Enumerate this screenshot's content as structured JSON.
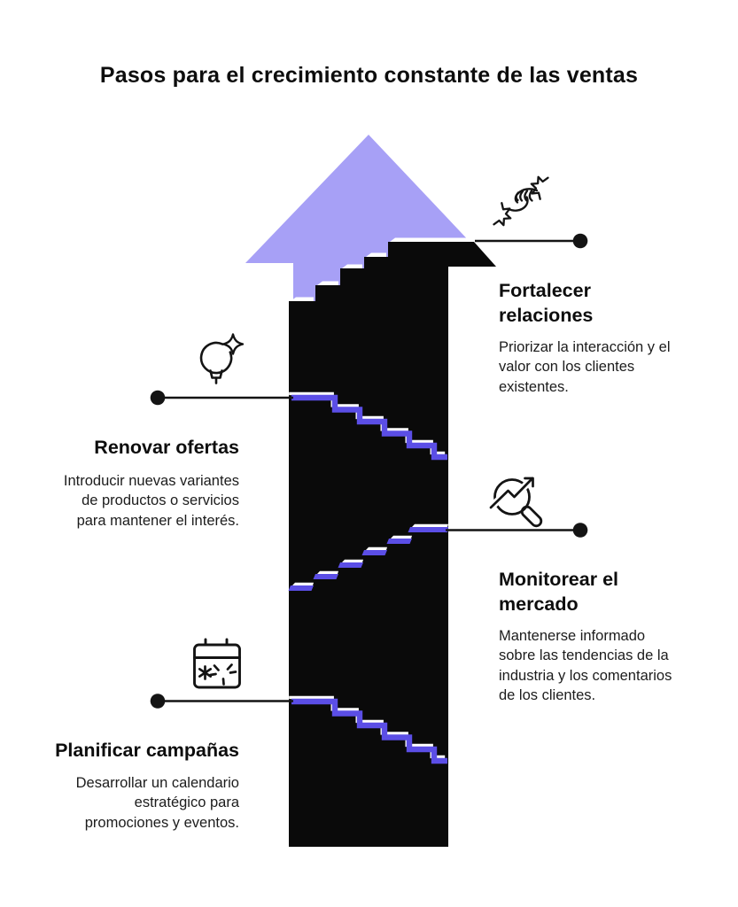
{
  "title": "Pasos para el crecimiento constante de las ventas",
  "colors": {
    "arrow_light_purple": "#a7a0f6",
    "step_purple": "#5b4ee6",
    "ink_black": "#0a0a0a"
  },
  "sections": {
    "fortalecer": {
      "heading": "Fortalecer\nrelaciones",
      "body": "Priorizar la interacción y el\nvalor con los clientes\nexistentes.",
      "icon": "handshake-icon"
    },
    "renovar": {
      "heading": "Renovar ofertas",
      "body": "Introducir nuevas variantes\nde productos o servicios\npara mantener el interés.",
      "icon": "lightbulb-sparkle-icon"
    },
    "monitorear": {
      "heading": "Monitorear el\nmercado",
      "body": "Mantenerse informado\nsobre las tendencias de la\nindustria y los comentarios\nde los clientes.",
      "icon": "magnifier-trend-icon"
    },
    "planificar": {
      "heading": "Planificar campañas",
      "body": "Desarrollar un calendario\nestratégico para\npromociones y eventos.",
      "icon": "calendar-star-icon"
    }
  }
}
